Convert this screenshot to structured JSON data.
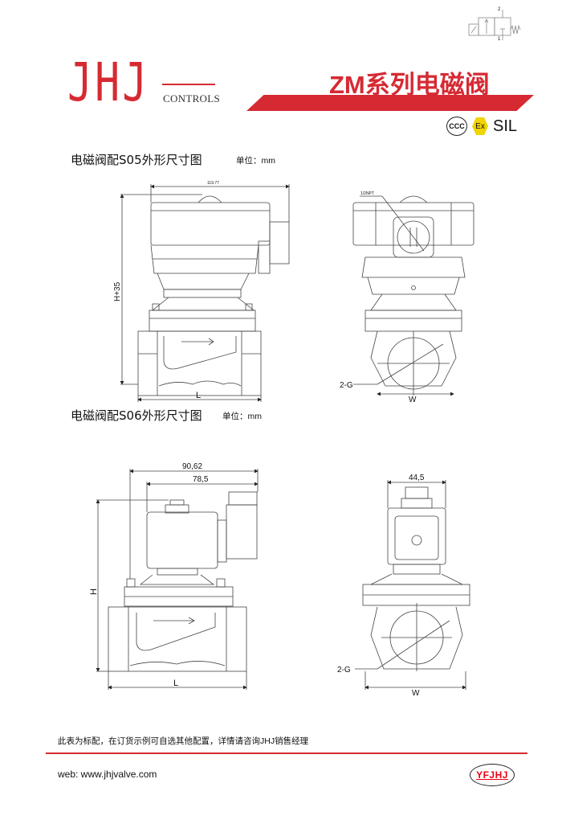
{
  "header": {
    "logo_text": "JHJ",
    "logo_sub": "CONTROLS",
    "series_prefix": "ZM",
    "series_title": "系列电磁阀",
    "certifications": [
      "CCC",
      "Ex",
      "SIL"
    ],
    "valve_symbol_ports": [
      "2",
      "1"
    ],
    "accent_color": "#d62a33"
  },
  "sections": [
    {
      "title": "电磁阀配S05外形尺寸图",
      "unit": "单位：mm",
      "dims": {
        "width_top": "119.77",
        "height": "H+35",
        "length": "L",
        "width": "W",
        "thread": "2-G",
        "conduit": "1/2NPT"
      }
    },
    {
      "title": "电磁阀配S06外形尺寸图",
      "unit": "单位：mm",
      "dims": {
        "overall": "90,62",
        "coil": "78,5",
        "height": "H",
        "length": "L",
        "width": "W",
        "thread": "2-G",
        "head_width": "44,5"
      }
    }
  ],
  "footer": {
    "note": "此表为标配，在订货示例可自选其他配置，详情请咨询JHJ销售经理",
    "web": "web:  www.jhjvalve.com",
    "brand_logo": "YFJHJ"
  }
}
